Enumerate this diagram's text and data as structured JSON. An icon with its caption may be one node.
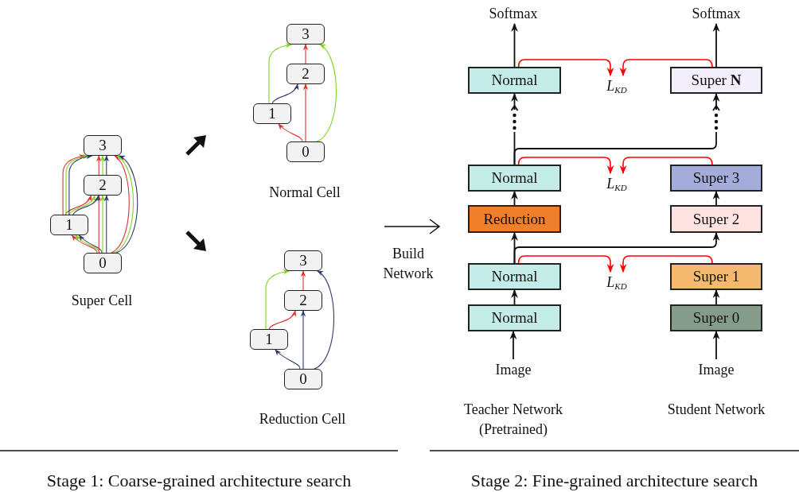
{
  "diagram": {
    "nodes": [
      {
        "text": [
          "3"
        ]
      },
      {
        "text": [
          "2"
        ]
      },
      {
        "text": [
          "1"
        ]
      },
      {
        "text": [
          "0"
        ]
      },
      {
        "text": [
          "3"
        ]
      },
      {
        "text": [
          "2"
        ]
      },
      {
        "text": [
          "1"
        ]
      },
      {
        "text": [
          "0"
        ]
      },
      {
        "text": [
          "3"
        ]
      },
      {
        "text": [
          "2"
        ]
      },
      {
        "text": [
          "1"
        ]
      },
      {
        "text": [
          "0"
        ]
      },
      {
        "text": [
          "Softmax"
        ]
      },
      {
        "text": [
          "Softmax"
        ]
      },
      {
        "text": [
          "Normal"
        ]
      },
      {
        "text": [
          "L$_{KD}$"
        ]
      },
      {
        "text": [
          "Super **N**"
        ]
      },
      {
        "text": [
          "Normal"
        ]
      },
      {
        "text": [
          "L$_{KD}$"
        ]
      },
      {
        "text": [
          "Super 3"
        ]
      },
      {
        "text": [
          "Reduction"
        ]
      },
      {
        "text": [
          "Super 2"
        ]
      },
      {
        "text": [
          "Normal"
        ]
      },
      {
        "text": [
          "L$_{KD}$"
        ]
      },
      {
        "text": [
          "Super 1"
        ]
      },
      {
        "text": [
          "Normal"
        ]
      },
      {
        "text": [
          "Super 0"
        ]
      },
      {
        "text": [
          "Image"
        ]
      },
      {
        "text": [
          "Image"
        ]
      }
    ],
    "edges": [
      {
        "from": 3,
        "to": 2,
        "arrow": "to",
        "color": "#e03030"
      },
      {
        "from": 3,
        "to": 2,
        "arrow": "to",
        "color": "#7ed321"
      },
      {
        "from": 3,
        "to": 2,
        "arrow": "to",
        "color": "#2e3a6e"
      },
      {
        "from": 3,
        "to": 1,
        "arrow": "to",
        "color": "#e03030"
      },
      {
        "from": 3,
        "to": 1,
        "arrow": "to",
        "color": "#7ed321"
      },
      {
        "from": 3,
        "to": 1,
        "arrow": "to",
        "color": "#2e3a6e"
      },
      {
        "from": 3,
        "to": 0,
        "arrow": "to",
        "color": "#e03030"
      },
      {
        "from": 3,
        "to": 0,
        "arrow": "to",
        "color": "#7ed321"
      },
      {
        "from": 3,
        "to": 0,
        "arrow": "to",
        "color": "#2e3a6e"
      },
      {
        "from": 2,
        "to": 1,
        "arrow": "to",
        "color": "#e03030"
      },
      {
        "from": 2,
        "to": 1,
        "arrow": "to",
        "color": "#7ed321"
      },
      {
        "from": 2,
        "to": 1,
        "arrow": "to",
        "color": "#2e3a6e"
      },
      {
        "from": 2,
        "to": 0,
        "arrow": "to",
        "color": "#e03030"
      },
      {
        "from": 2,
        "to": 0,
        "arrow": "to",
        "color": "#7ed321"
      },
      {
        "from": 2,
        "to": 0,
        "arrow": "to",
        "color": "#2e3a6e"
      },
      {
        "from": 1,
        "to": 0,
        "arrow": "to",
        "color": "#e03030"
      },
      {
        "from": 1,
        "to": 0,
        "arrow": "to",
        "color": "#7ed321"
      },
      {
        "from": 1,
        "to": 0,
        "arrow": "to",
        "color": "#2e3a6e"
      },
      {
        "from": 7,
        "to": 6,
        "arrow": "to",
        "color": "#e03030"
      },
      {
        "from": 7,
        "to": 5,
        "arrow": "to",
        "color": "#e03030"
      },
      {
        "from": 7,
        "to": 4,
        "arrow": "to",
        "color": "#7ed321"
      },
      {
        "from": 6,
        "to": 5,
        "arrow": "to",
        "color": "#2e3a6e"
      },
      {
        "from": 6,
        "to": 4,
        "arrow": "to",
        "color": "#7ed321"
      },
      {
        "from": 5,
        "to": 4,
        "arrow": "to",
        "color": "#e03030"
      },
      {
        "from": 11,
        "to": 10,
        "arrow": "to",
        "color": "#2e3a6e"
      },
      {
        "from": 11,
        "to": 9,
        "arrow": "to",
        "color": "#2e3a6e"
      },
      {
        "from": 11,
        "to": 8,
        "arrow": "to",
        "color": "#2e3a6e"
      },
      {
        "from": 10,
        "to": 9,
        "arrow": "to",
        "color": "#e03030"
      },
      {
        "from": 10,
        "to": 8,
        "arrow": "to",
        "color": "#7ed321"
      },
      {
        "from": 9,
        "to": 8,
        "arrow": "to",
        "color": "#e03030"
      },
      {
        "from": 27,
        "to": 25,
        "arrow": "to"
      },
      {
        "from": 25,
        "to": 22,
        "arrow": "to"
      },
      {
        "from": 22,
        "to": 20,
        "arrow": "to"
      },
      {
        "from": 20,
        "to": 17,
        "arrow": "to"
      },
      {
        "from": 17,
        "to": 14,
        "arrow": "to"
      },
      {
        "from": 14,
        "to": 12,
        "arrow": "to"
      },
      {
        "from": 28,
        "to": 26,
        "arrow": "to"
      },
      {
        "from": 26,
        "to": 24,
        "arrow": "to"
      },
      {
        "from": 22,
        "to": 21,
        "arrow": "to"
      },
      {
        "from": 21,
        "to": 19,
        "arrow": "to"
      },
      {
        "from": 17,
        "to": 16,
        "arrow": "to"
      },
      {
        "from": 16,
        "to": 13,
        "arrow": "to"
      },
      {
        "from": 14,
        "to": 15,
        "arrow": "to",
        "color": "#ff0000"
      },
      {
        "from": 16,
        "to": 15,
        "arrow": "to",
        "color": "#ff0000"
      },
      {
        "from": 17,
        "to": 18,
        "arrow": "to",
        "color": "#ff0000"
      },
      {
        "from": 19,
        "to": 18,
        "arrow": "to",
        "color": "#ff0000"
      },
      {
        "from": 22,
        "to": 23,
        "arrow": "to",
        "color": "#ff0000"
      },
      {
        "from": 24,
        "to": 23,
        "arrow": "to",
        "color": "#ff0000"
      }
    ],
    "labels": [
      "Super Cell",
      "Normal Cell",
      "Reduction Cell",
      "Build Network",
      "Teacher Network (Pretrained)",
      "Student Network",
      "Stage 1: Coarse-grained architecture search",
      "Stage 2: Fine-grained architecture search"
    ]
  }
}
